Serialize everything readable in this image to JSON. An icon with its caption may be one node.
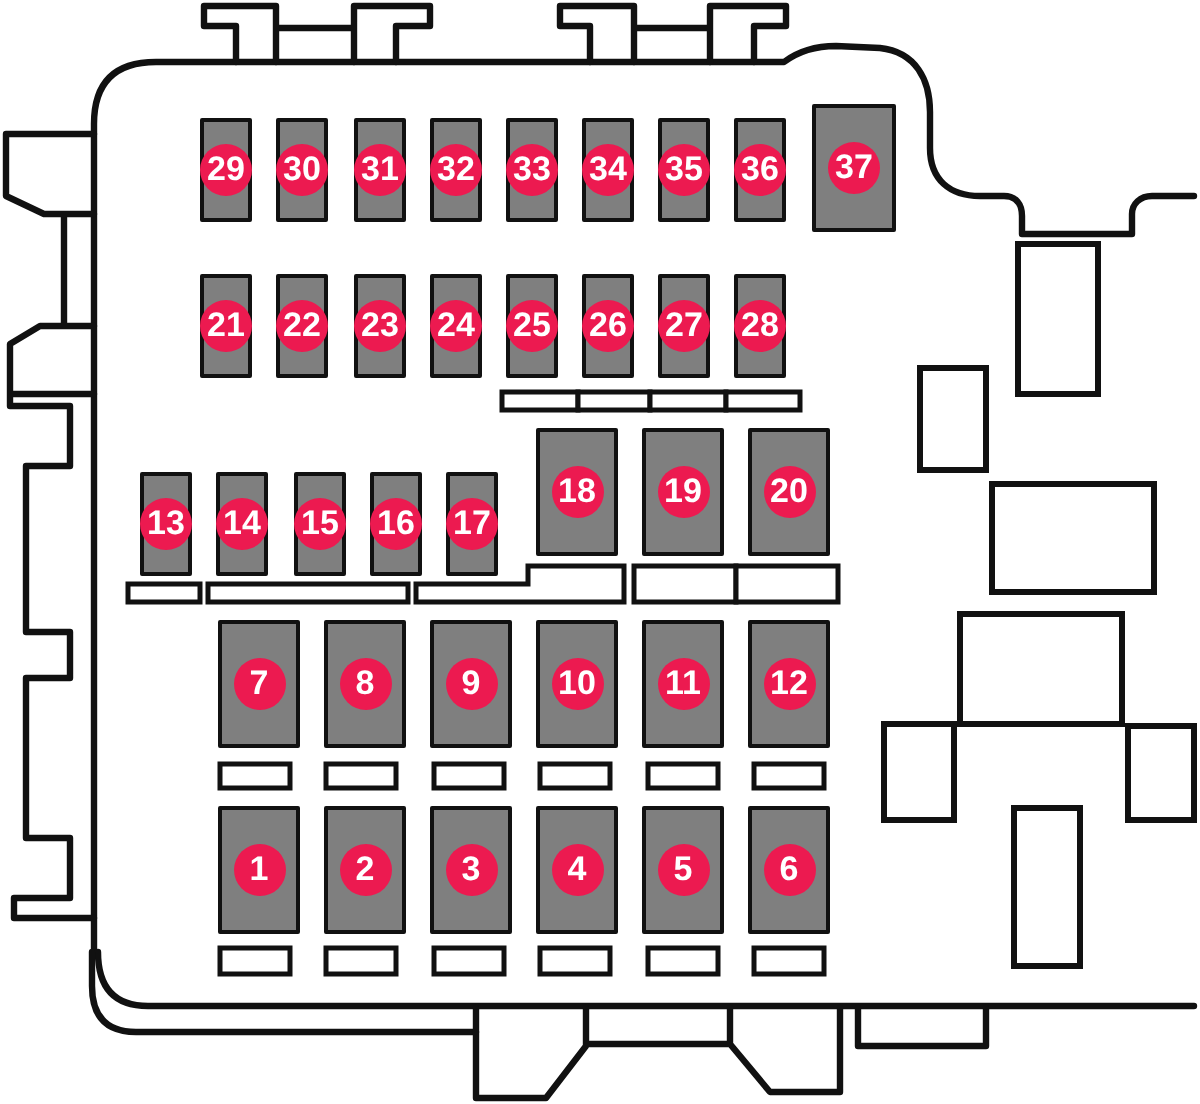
{
  "diagram": {
    "nodes": [
      {
        "text": [
          "29"
        ]
      },
      {
        "text": [
          "30"
        ]
      },
      {
        "text": [
          "31"
        ]
      },
      {
        "text": [
          "32"
        ]
      },
      {
        "text": [
          "33"
        ]
      },
      {
        "text": [
          "34"
        ]
      },
      {
        "text": [
          "35"
        ]
      },
      {
        "text": [
          "36"
        ]
      },
      {
        "text": [
          "37"
        ]
      },
      {
        "text": [
          "21"
        ]
      },
      {
        "text": [
          "22"
        ]
      },
      {
        "text": [
          "23"
        ]
      },
      {
        "text": [
          "24"
        ]
      },
      {
        "text": [
          "25"
        ]
      },
      {
        "text": [
          "26"
        ]
      },
      {
        "text": [
          "27"
        ]
      },
      {
        "text": [
          "28"
        ]
      },
      {
        "text": [
          "13"
        ]
      },
      {
        "text": [
          "14"
        ]
      },
      {
        "text": [
          "15"
        ]
      },
      {
        "text": [
          "16"
        ]
      },
      {
        "text": [
          "17"
        ]
      },
      {
        "text": [
          "18"
        ]
      },
      {
        "text": [
          "19"
        ]
      },
      {
        "text": [
          "20"
        ]
      },
      {
        "text": [
          "7"
        ]
      },
      {
        "text": [
          "8"
        ]
      },
      {
        "text": [
          "9"
        ]
      },
      {
        "text": [
          "10"
        ]
      },
      {
        "text": [
          "11"
        ]
      },
      {
        "text": [
          "12"
        ]
      },
      {
        "text": [
          "1"
        ]
      },
      {
        "text": [
          "2"
        ]
      },
      {
        "text": [
          "3"
        ]
      },
      {
        "text": [
          "4"
        ]
      },
      {
        "text": [
          "5"
        ]
      },
      {
        "text": [
          "6"
        ]
      }
    ]
  }
}
